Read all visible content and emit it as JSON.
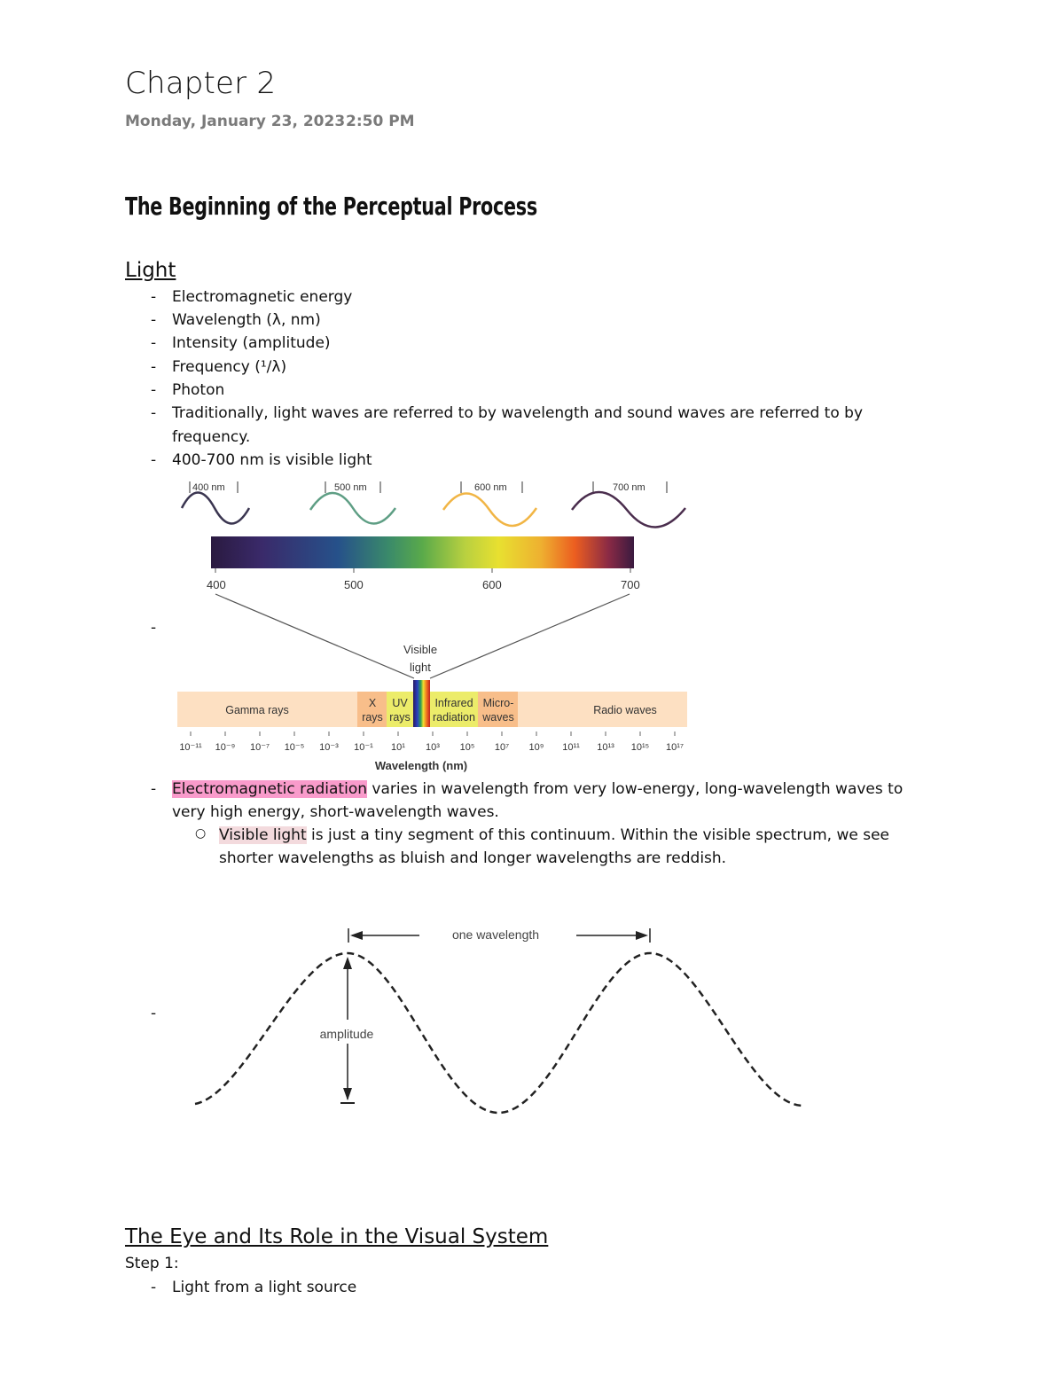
{
  "page": {
    "title": "Chapter 2",
    "date": "Monday, January 23, 2023",
    "time": "2:50 PM",
    "heading": "The Beginning of the Perceptual Process"
  },
  "light_section": {
    "heading": "Light",
    "bullets": [
      "Electromagnetic energy",
      "Wavelength (λ, nm)",
      "Intensity (amplitude)",
      "Frequency (¹/λ)",
      "Photon",
      "Traditionally, light waves are referred to by wavelength and sound waves are referred to by",
      "frequency.",
      "400-700 nm is visible light"
    ],
    "empty_bullet": "-",
    "em_paragraph": {
      "highlight": "Electromagnetic radiation",
      "line1_rest": " varies in wavelength from very low-energy, long-wavelength waves to",
      "line2": "very high energy, short-wavelength waves."
    },
    "sub_bullet": {
      "marker": "○",
      "highlight": "Visible light",
      "line1_rest": " is just a tiny segment of this continuum. Within the visible spectrum, we see",
      "line2": "shorter wavelengths as bluish and longer wavelengths are reddish."
    }
  },
  "spectrum_figure": {
    "wave_labels": [
      "400 nm",
      "500 nm",
      "600 nm",
      "700 nm"
    ],
    "wave_colors": [
      "#3a3550",
      "#5e9e84",
      "#f1b545",
      "#4a2d4d"
    ],
    "scale_labels": [
      "400",
      "500",
      "600",
      "700"
    ],
    "visible_label_1": "Visible",
    "visible_label_2": "light",
    "bands": {
      "gamma": "Gamma rays",
      "x1": "X",
      "x2": "rays",
      "uv1": "UV",
      "uv2": "rays",
      "ir1": "Infrared",
      "ir2": "radiation",
      "mw1": "Micro-",
      "mw2": "waves",
      "radio": "Radio waves"
    },
    "ticks": [
      "10⁻¹¹",
      "10⁻⁹",
      "10⁻⁷",
      "10⁻⁵",
      "10⁻³",
      "10⁻¹",
      "10¹",
      "10³",
      "10⁵",
      "10⁷",
      "10⁹",
      "10¹¹",
      "10¹³",
      "10¹⁵",
      "10¹⁷"
    ],
    "axis_label": "Wavelength (nm)"
  },
  "wave_figure": {
    "wavelength_label": "one wavelength",
    "amplitude_label": "amplitude"
  },
  "eye_section": {
    "heading": "The Eye and Its Role in the Visual System",
    "step": "Step 1:",
    "bullets": [
      "Light from a light source"
    ]
  }
}
